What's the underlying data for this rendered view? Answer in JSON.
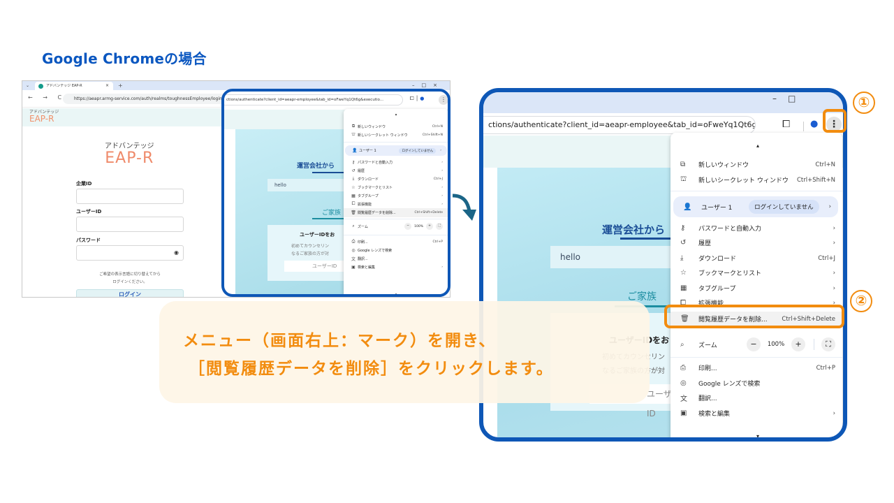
{
  "page": {
    "title": "Google Chromeの場合"
  },
  "small_browser": {
    "tab": {
      "title": "アドバンテッジ EAP-R",
      "close": "×"
    },
    "tab_chevron": "⌄",
    "new_tab": "+",
    "window_controls": "–□×",
    "nav_icons": "← → C",
    "url": "https://aeapr.armg-service.com/auth/realms/toughnessEmployee/login-actions/authenticate?client_id=aeapr-employee&tab_id=oFweYq1Qt6g&executio...",
    "header_logo": {
      "kana": "アドバンテッジ",
      "name": "EAP-R"
    },
    "main_logo": {
      "kana": "アドバンテッジ",
      "name": "EAP-R"
    },
    "form": {
      "company_id_label": "企業ID",
      "user_id_label": "ユーザーID",
      "password_label": "パスワード",
      "company_id_value": "",
      "user_id_value": "",
      "password_value": "",
      "note_line1": "ご希望の表示言語に切り替えてから",
      "note_line2": "ログインください。",
      "login_button": "ログイン"
    }
  },
  "zoom_view": {
    "url": "ctions/authenticate?client_id=aeapr-employee&tab_id=oFweYq1Qt6g&executio...",
    "window_controls": "–□",
    "content": {
      "notice_heading": "運営会社から",
      "notice_text": "hello",
      "family_heading": "ご家族",
      "card_title": "ユーザーIDをお",
      "card_line1": "初めてカウンセリン",
      "card_line2": "なるご家族の方が対",
      "card_button": "ユーザーID"
    }
  },
  "chrome_menu": {
    "scroll_up": "▴",
    "scroll_down": "▾",
    "items": [
      {
        "icon": "new-window-icon",
        "glyph": "⧉",
        "label": "新しいウィンドウ",
        "shortcut": "Ctrl+N"
      },
      {
        "icon": "incognito-icon",
        "glyph": "⛫",
        "label": "新しいシークレット ウィンドウ",
        "shortcut": "Ctrl+Shift+N"
      },
      {
        "icon": "profile-icon",
        "glyph": "👤",
        "label": "ユーザー 1",
        "badge": "ログインしていません",
        "shortcut": "›"
      },
      {
        "icon": "key-icon",
        "glyph": "⚷",
        "label": "パスワードと自動入力",
        "shortcut": "›"
      },
      {
        "icon": "history-icon",
        "glyph": "↺",
        "label": "履歴",
        "shortcut": "›"
      },
      {
        "icon": "download-icon",
        "glyph": "⤓",
        "label": "ダウンロード",
        "shortcut": "Ctrl+J"
      },
      {
        "icon": "star-icon",
        "glyph": "☆",
        "label": "ブックマークとリスト",
        "shortcut": "›"
      },
      {
        "icon": "tab-groups-icon",
        "glyph": "▦",
        "label": "タブグループ",
        "shortcut": "›"
      },
      {
        "icon": "extensions-icon",
        "glyph": "⧠",
        "label": "拡張機能",
        "shortcut": "›"
      },
      {
        "icon": "trash-icon",
        "glyph": "🗑",
        "label": "閲覧履歴データを削除...",
        "shortcut": "Ctrl+Shift+Delete"
      },
      {
        "icon": "zoom-icon",
        "glyph": "⌕",
        "label": "ズーム",
        "zoom_minus": "−",
        "zoom_value": "100%",
        "zoom_plus": "+",
        "fullscreen": "⛶"
      },
      {
        "icon": "print-icon",
        "glyph": "⎙",
        "label": "印刷...",
        "shortcut": "Ctrl+P"
      },
      {
        "icon": "lens-icon",
        "glyph": "◎",
        "label": "Google レンズで検索",
        "shortcut": ""
      },
      {
        "icon": "translate-icon",
        "glyph": "文",
        "label": "翻訳...",
        "shortcut": ""
      },
      {
        "icon": "find-icon",
        "glyph": "▣",
        "label": "検索と編集",
        "shortcut": "›"
      }
    ]
  },
  "annotations": {
    "step1": "①",
    "step2": "②",
    "instruction_line1": "メニュー（画面右上：マーク）を開き、",
    "instruction_line2": "［閲覧履歴データを削除］をクリックします。",
    "accent_color": "#f28c0f",
    "frame_color": "#0e57b6"
  }
}
